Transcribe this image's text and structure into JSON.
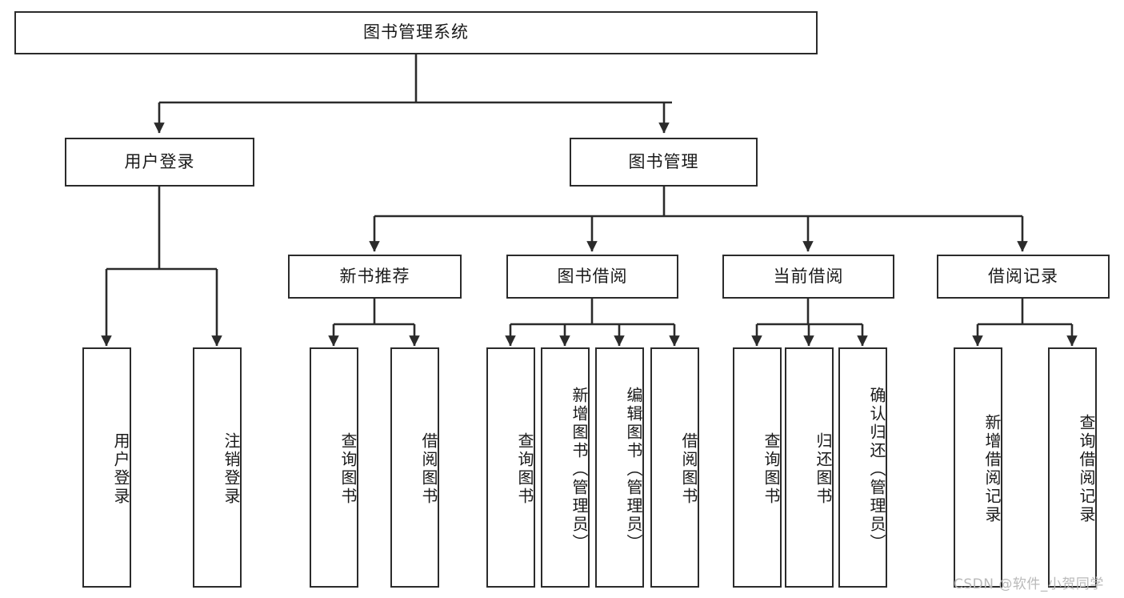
{
  "diagram": {
    "type": "tree-hierarchy",
    "title": "图书管理系统",
    "colors": {
      "stroke": "#2b2b2b",
      "fill": "#ffffff",
      "text": "#1a1a1a",
      "watermark": "#b9b9b9"
    },
    "root": {
      "label": "图书管理系统"
    },
    "level1": [
      {
        "label": "用户登录"
      },
      {
        "label": "图书管理"
      }
    ],
    "level2": [
      {
        "label": "新书推荐"
      },
      {
        "label": "图书借阅"
      },
      {
        "label": "当前借阅"
      },
      {
        "label": "借阅记录"
      }
    ],
    "leaves": {
      "user_login": [
        {
          "label": "用户登录"
        },
        {
          "label": "注销登录"
        }
      ],
      "new_book_recommend": [
        {
          "label": "查询图书"
        },
        {
          "label": "借阅图书"
        }
      ],
      "book_borrow": [
        {
          "label": "查询图书"
        },
        {
          "label": "新增图书（管理员）"
        },
        {
          "label": "编辑图书（管理员）"
        },
        {
          "label": "借阅图书"
        }
      ],
      "current_borrow": [
        {
          "label": "查询图书"
        },
        {
          "label": "归还图书"
        },
        {
          "label": "确认归还（管理员）"
        }
      ],
      "borrow_record": [
        {
          "label": "新增借阅记录"
        },
        {
          "label": "查询借阅记录"
        }
      ]
    }
  },
  "watermark": {
    "text": "CSDN @软件_小贺同学"
  }
}
